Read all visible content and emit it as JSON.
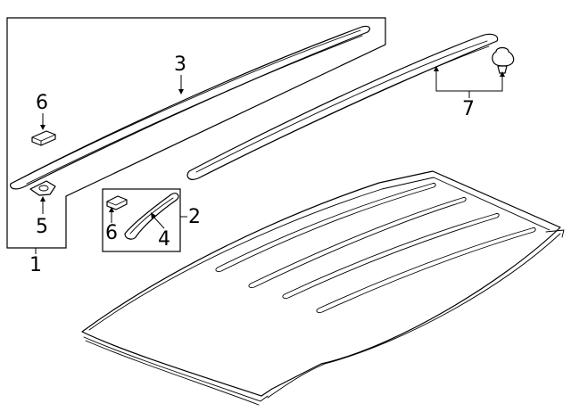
{
  "callouts": {
    "c1": "1",
    "c2": "2",
    "c3": "3",
    "c4": "4",
    "c5": "5",
    "c6a": "6",
    "c6b": "6",
    "c7": "7"
  },
  "colors": {
    "line": "#000000",
    "background": "#ffffff"
  }
}
